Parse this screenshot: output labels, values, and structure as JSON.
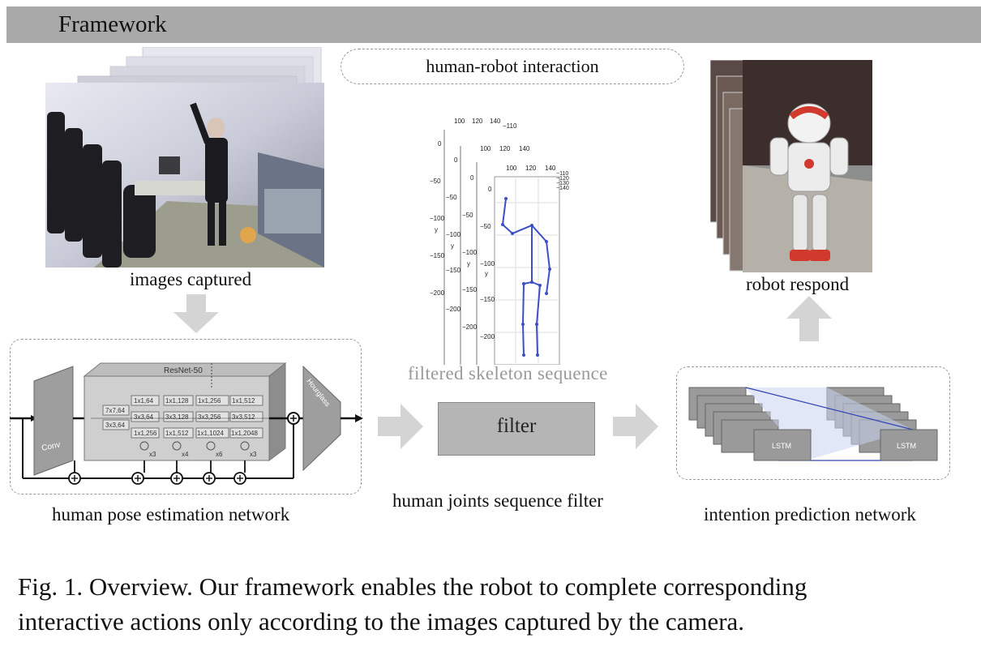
{
  "header": {
    "title": "Framework"
  },
  "interaction": {
    "label": "human-robot interaction"
  },
  "stages": {
    "capture": {
      "label": "images captured"
    },
    "pose_net": {
      "label": "human pose estimation network",
      "backbone": "ResNet-50",
      "conv": "Conv",
      "hourglass": "Hourglass",
      "stem": [
        "7x7,64",
        "3x3,64"
      ],
      "blocks": [
        {
          "rows": [
            "1x1,64",
            "3x3,64",
            "1x1,256"
          ],
          "repeat": "x3"
        },
        {
          "rows": [
            "1x1,128",
            "3x3,128",
            "1x1,512"
          ],
          "repeat": "x4"
        },
        {
          "rows": [
            "1x1,256",
            "3x3,256",
            "1x1,1024"
          ],
          "repeat": "x6"
        },
        {
          "rows": [
            "1x1,512",
            "3x3,512",
            "1x1,2048"
          ],
          "repeat": "x3"
        }
      ]
    },
    "skeleton": {
      "label": "filtered skeleton sequence",
      "x_ticks": [
        "100",
        "120",
        "140"
      ],
      "y_ticks": [
        "0",
        "−50",
        "−100",
        "−150",
        "−200"
      ],
      "y_axis": "y",
      "z_ticks": [
        "−110",
        "−120",
        "−130",
        "−140"
      ]
    },
    "filter": {
      "box_label": "filter",
      "label": "human joints sequence  filter"
    },
    "intention": {
      "label": "intention prediction network",
      "cell": "LSTM"
    },
    "robot": {
      "label": "robot respond"
    }
  },
  "caption": {
    "line1": "Fig. 1.  Overview. Our framework enables the robot to complete corresponding",
    "line2": "interactive actions only according to the images captured by the camera."
  },
  "colors": {
    "header": "#a9a9a9",
    "skeleton": "#3c4fc4",
    "arrow": "#d4d4d4",
    "dashed": "#999999"
  }
}
